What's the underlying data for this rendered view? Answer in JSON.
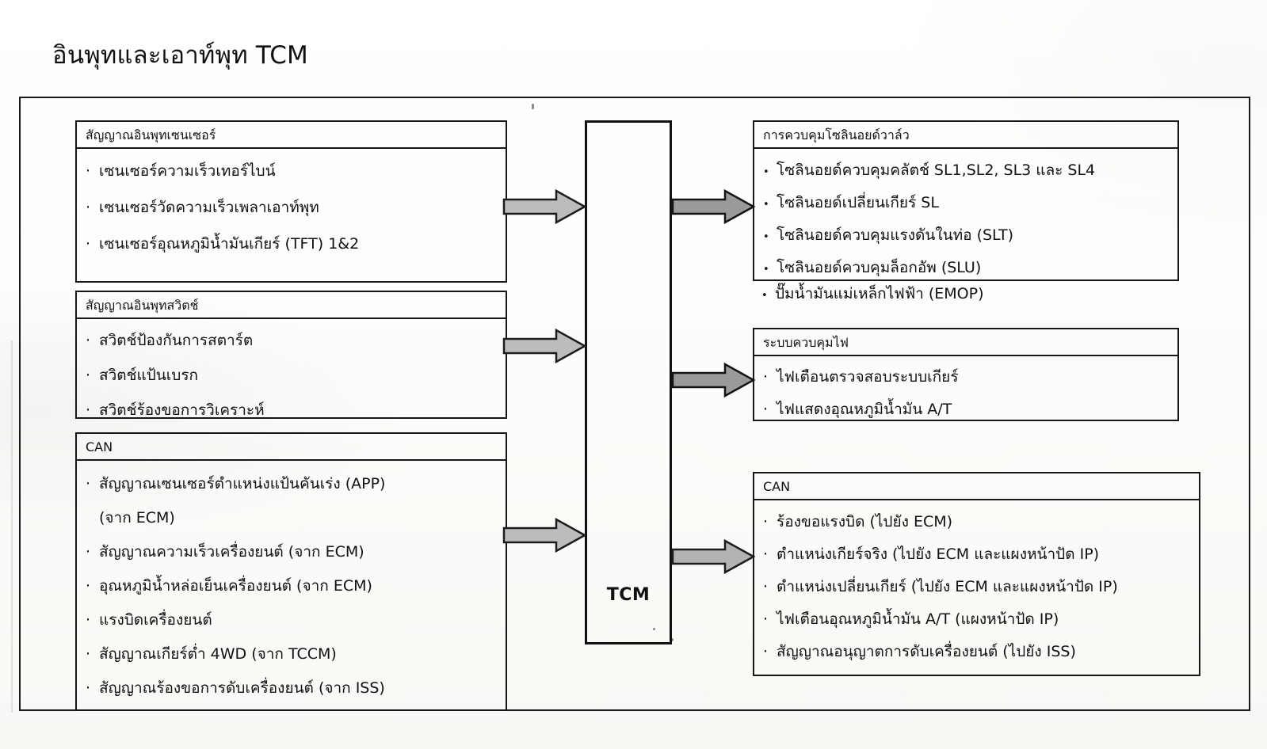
{
  "page": {
    "title": "อินพุทและเอาท์พุท TCM",
    "center_node_label": "TCM"
  },
  "inputs": [
    {
      "id": "sensor-input-signals",
      "title": "สัญญาณอินพุทเซนเซอร์",
      "marker": "dash",
      "items": [
        "เซนเซอร์ความเร็วเทอร์ไบน์",
        "เซนเซอร์วัดความเร็วเพลาเอาท์พุท",
        "เซนเซอร์อุณหภูมิน้ำมันเกียร์ (TFT)  1&2"
      ]
    },
    {
      "id": "switch-input-signals",
      "title": "สัญญาณอินพุทสวิตช์",
      "marker": "dash",
      "items": [
        "สวิตช์ป้องกันการสตาร์ต",
        "สวิตช์แป้นเบรก",
        "สวิตช์ร้องขอการวิเคราะห์"
      ]
    },
    {
      "id": "can-input",
      "title": "CAN",
      "marker": "dash",
      "items": [
        "สัญญาณเซนเซอร์ตำแหน่งแป้นคันเร่ง (APP)",
        "(จาก ECM)",
        "สัญญาณความเร็วเครื่องยนต์ (จาก ECM)",
        "อุณหภูมิน้ำหล่อเย็นเครื่องยนต์ (จาก ECM)",
        "แรงบิดเครื่องยนต์",
        "สัญญาณเกียร์ต่ำ 4WD (จาก TCCM)",
        "สัญญาณร้องขอการดับเครื่องยนต์ (จาก ISS)"
      ]
    }
  ],
  "outputs": [
    {
      "id": "solenoid-valve-control",
      "title": "การควบคุมโซลินอยด์วาล์ว",
      "marker": "bullet",
      "items": [
        "โซลินอยด์ควบคุมคลัตช์ SL1,SL2, SL3 และ SL4",
        "โซลินอยด์เปลี่ยนเกียร์ SL",
        "โซลินอยด์ควบคุมแรงดันในท่อ (SLT)",
        "โซลินอยด์ควบคุมล็อกอัพ (SLU)"
      ],
      "outside_items": [
        "ปั๊มน้ำมันแม่เหล็กไฟฟ้า (EMOP)"
      ]
    },
    {
      "id": "lamp-control-system",
      "title": "ระบบควบคุมไฟ",
      "marker": "dash",
      "items": [
        "ไฟเตือนตรวจสอบระบบเกียร์",
        "ไฟแสดงอุณหภูมิน้ำมัน A/T"
      ]
    },
    {
      "id": "can-output",
      "title": "CAN",
      "marker": "dash",
      "items": [
        "ร้องขอแรงบิด (ไปยัง ECM)",
        "ตำแหน่งเกียร์จริง (ไปยัง ECM และแผงหน้าปัด IP)",
        "ตำแหน่งเปลี่ยนเกียร์ (ไปยัง ECM และแผงหน้าปัด IP)",
        "ไฟเตือนอุณหภูมิน้ำมัน A/T (แผงหน้าปัด IP)",
        "สัญญาณอนุญาตการดับเครื่องยนต์ (ไปยัง ISS)"
      ]
    }
  ],
  "markers": {
    "dash": "·",
    "bullet": "•"
  },
  "colors": {
    "line": "#161616",
    "arrow_fill_light": "#b9b9b9",
    "arrow_fill_dark": "#8d8d8d",
    "arrow_stroke": "#1a1a1a",
    "paper": "#fdfdfb"
  }
}
